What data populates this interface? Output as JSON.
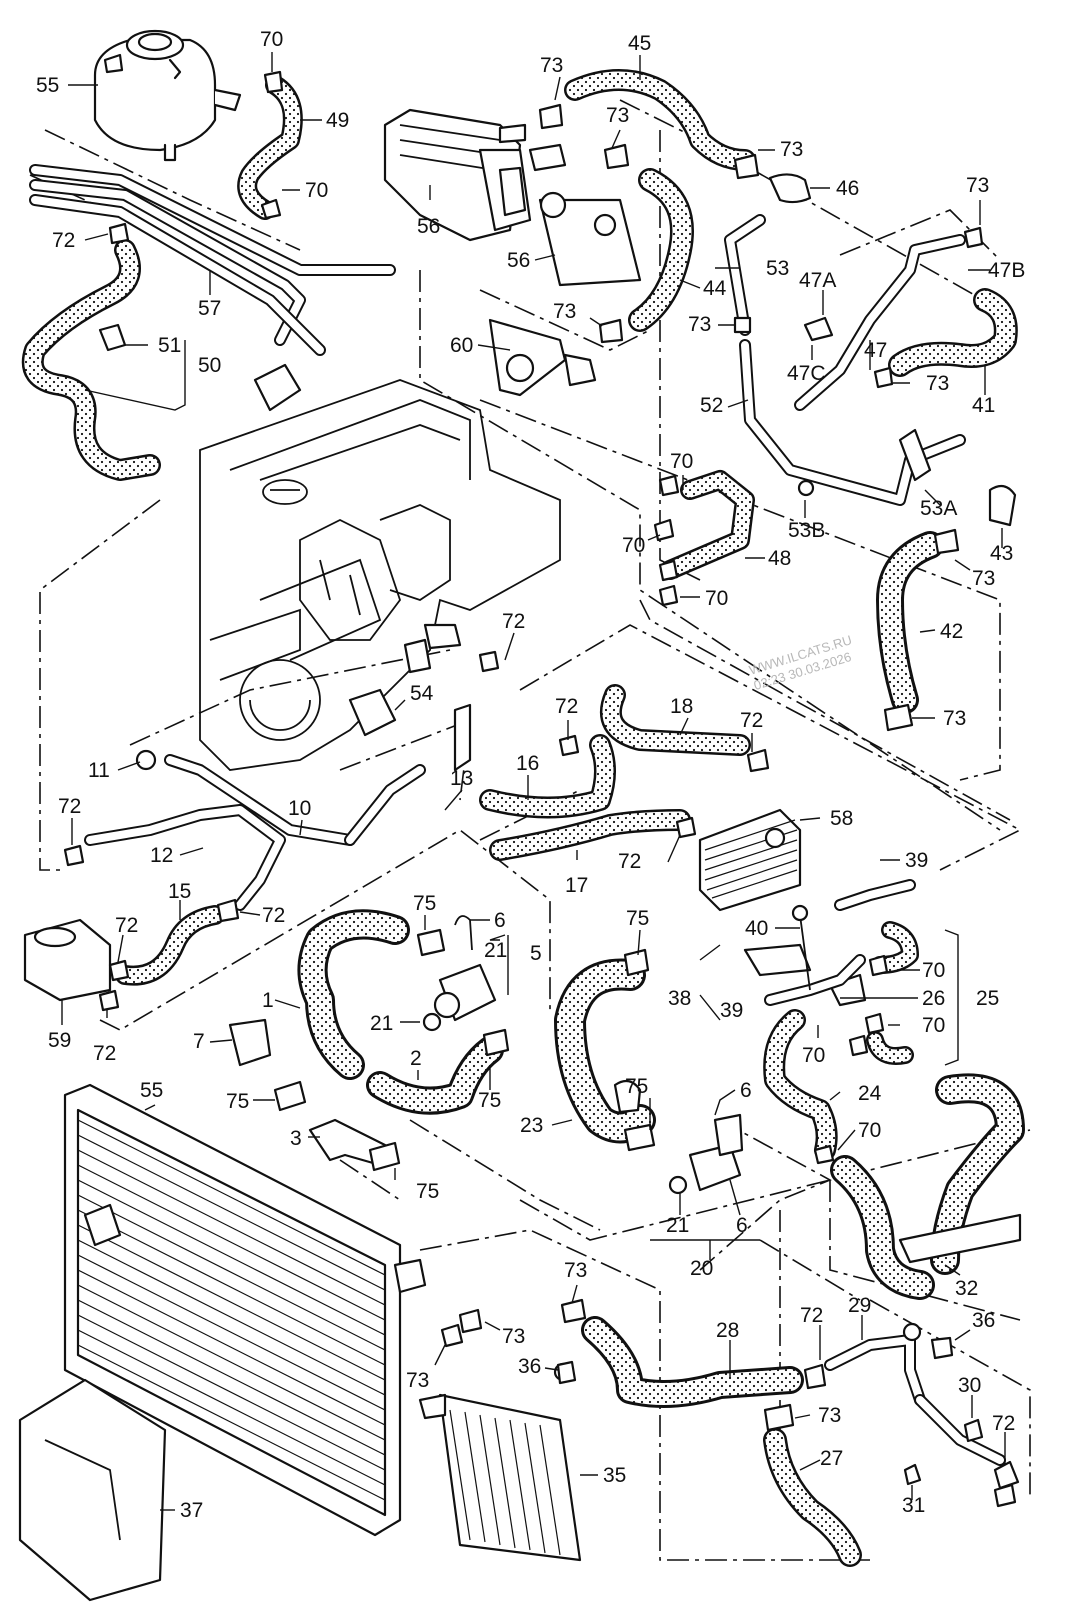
{
  "watermark": {
    "line1": "WWW.ILCATS.RU",
    "line2": "02:23 30.03.2026"
  },
  "labels": [
    {
      "id": "55a",
      "text": "55"
    },
    {
      "id": "70a",
      "text": "70"
    },
    {
      "id": "49",
      "text": "49"
    },
    {
      "id": "70b",
      "text": "70"
    },
    {
      "id": "45",
      "text": "45"
    },
    {
      "id": "73a",
      "text": "73"
    },
    {
      "id": "73b",
      "text": "73"
    },
    {
      "id": "73c",
      "text": "73"
    },
    {
      "id": "46",
      "text": "46"
    },
    {
      "id": "56a",
      "text": "56"
    },
    {
      "id": "56b",
      "text": "56"
    },
    {
      "id": "53",
      "text": "53"
    },
    {
      "id": "44",
      "text": "44"
    },
    {
      "id": "73d",
      "text": "73"
    },
    {
      "id": "47B",
      "text": "47B"
    },
    {
      "id": "47A",
      "text": "47A"
    },
    {
      "id": "73e",
      "text": "73"
    },
    {
      "id": "73f",
      "text": "73"
    },
    {
      "id": "47",
      "text": "47"
    },
    {
      "id": "47C",
      "text": "47C"
    },
    {
      "id": "73g",
      "text": "73"
    },
    {
      "id": "41",
      "text": "41"
    },
    {
      "id": "72a",
      "text": "72"
    },
    {
      "id": "57",
      "text": "57"
    },
    {
      "id": "60",
      "text": "60"
    },
    {
      "id": "51",
      "text": "51"
    },
    {
      "id": "50",
      "text": "50"
    },
    {
      "id": "52",
      "text": "52"
    },
    {
      "id": "70c",
      "text": "70"
    },
    {
      "id": "53A",
      "text": "53A"
    },
    {
      "id": "53B",
      "text": "53B"
    },
    {
      "id": "43",
      "text": "43"
    },
    {
      "id": "70d",
      "text": "70"
    },
    {
      "id": "48",
      "text": "48"
    },
    {
      "id": "73h",
      "text": "73"
    },
    {
      "id": "70e",
      "text": "70"
    },
    {
      "id": "42",
      "text": "42"
    },
    {
      "id": "72b",
      "text": "72"
    },
    {
      "id": "73i",
      "text": "73"
    },
    {
      "id": "54",
      "text": "54"
    },
    {
      "id": "72c",
      "text": "72"
    },
    {
      "id": "18",
      "text": "18"
    },
    {
      "id": "72d",
      "text": "72"
    },
    {
      "id": "11",
      "text": "11"
    },
    {
      "id": "16",
      "text": "16"
    },
    {
      "id": "13",
      "text": "13"
    },
    {
      "id": "72e",
      "text": "72"
    },
    {
      "id": "10",
      "text": "10"
    },
    {
      "id": "58",
      "text": "58"
    },
    {
      "id": "12",
      "text": "12"
    },
    {
      "id": "17",
      "text": "17"
    },
    {
      "id": "72f",
      "text": "72"
    },
    {
      "id": "39a",
      "text": "39"
    },
    {
      "id": "15",
      "text": "15"
    },
    {
      "id": "72g",
      "text": "72"
    },
    {
      "id": "75a",
      "text": "75"
    },
    {
      "id": "6a",
      "text": "6"
    },
    {
      "id": "40",
      "text": "40"
    },
    {
      "id": "75b",
      "text": "75"
    },
    {
      "id": "72h",
      "text": "72"
    },
    {
      "id": "21a",
      "text": "21"
    },
    {
      "id": "5",
      "text": "5"
    },
    {
      "id": "70f",
      "text": "70"
    },
    {
      "id": "1",
      "text": "1"
    },
    {
      "id": "38",
      "text": "38"
    },
    {
      "id": "39b",
      "text": "39"
    },
    {
      "id": "26",
      "text": "26"
    },
    {
      "id": "25",
      "text": "25"
    },
    {
      "id": "59",
      "text": "59"
    },
    {
      "id": "72i",
      "text": "72"
    },
    {
      "id": "21b",
      "text": "21"
    },
    {
      "id": "7",
      "text": "7"
    },
    {
      "id": "70g",
      "text": "70"
    },
    {
      "id": "70h",
      "text": "70"
    },
    {
      "id": "2",
      "text": "2"
    },
    {
      "id": "75c",
      "text": "75"
    },
    {
      "id": "6b",
      "text": "6"
    },
    {
      "id": "24",
      "text": "24"
    },
    {
      "id": "55b",
      "text": "55"
    },
    {
      "id": "75d",
      "text": "75"
    },
    {
      "id": "75e",
      "text": "75"
    },
    {
      "id": "23",
      "text": "23"
    },
    {
      "id": "70i",
      "text": "70"
    },
    {
      "id": "3",
      "text": "3"
    },
    {
      "id": "75f",
      "text": "75"
    },
    {
      "id": "21c",
      "text": "21"
    },
    {
      "id": "6c",
      "text": "6"
    },
    {
      "id": "20",
      "text": "20"
    },
    {
      "id": "32",
      "text": "32"
    },
    {
      "id": "73j",
      "text": "73"
    },
    {
      "id": "29",
      "text": "29"
    },
    {
      "id": "72j",
      "text": "72"
    },
    {
      "id": "36a",
      "text": "36"
    },
    {
      "id": "73k",
      "text": "73"
    },
    {
      "id": "28",
      "text": "28"
    },
    {
      "id": "36b",
      "text": "36"
    },
    {
      "id": "73l",
      "text": "73"
    },
    {
      "id": "30",
      "text": "30"
    },
    {
      "id": "73m",
      "text": "73"
    },
    {
      "id": "72k",
      "text": "72"
    },
    {
      "id": "27",
      "text": "27"
    },
    {
      "id": "35",
      "text": "35"
    },
    {
      "id": "37",
      "text": "37"
    },
    {
      "id": "31",
      "text": "31"
    }
  ]
}
